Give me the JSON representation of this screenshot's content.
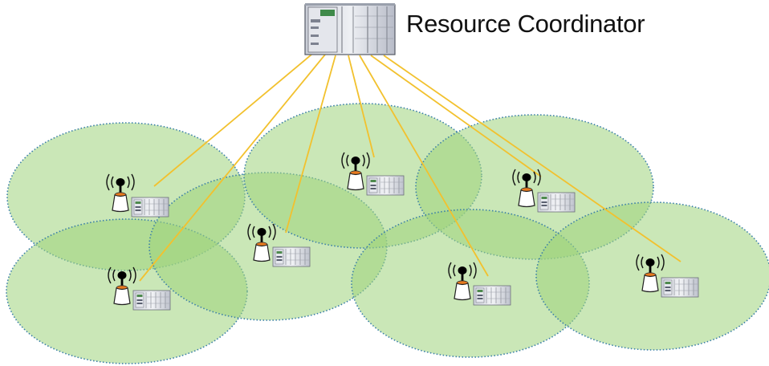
{
  "coordinator": {
    "label": "Resource Coordinator",
    "icon": "server-rack-icon"
  },
  "cells": [
    {
      "id": "cell-1",
      "icon": "antenna-icon"
    },
    {
      "id": "cell-2",
      "icon": "antenna-icon"
    },
    {
      "id": "cell-3",
      "icon": "antenna-icon"
    },
    {
      "id": "cell-4",
      "icon": "antenna-icon"
    },
    {
      "id": "cell-5",
      "icon": "antenna-icon"
    },
    {
      "id": "cell-6",
      "icon": "antenna-icon"
    },
    {
      "id": "cell-7",
      "icon": "antenna-icon"
    }
  ],
  "colors": {
    "cell_fill": "#9fd37c",
    "cell_border": "#3a7fa8",
    "link": "#f2c12e",
    "antenna_body": "#ffffff",
    "antenna_base": "#e87a1e",
    "antenna_head": "#000000"
  }
}
